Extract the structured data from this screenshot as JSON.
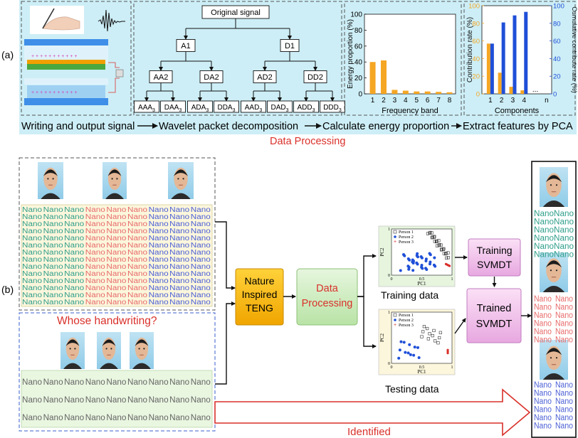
{
  "panel_labels": {
    "a": "(a)",
    "b": "(b)"
  },
  "panel_a": {
    "tree": {
      "root": "Original signal",
      "level1": [
        "A1",
        "D1"
      ],
      "level2": [
        "AA2",
        "DA2",
        "AD2",
        "DD2"
      ],
      "level3": [
        {
          "t": "AAA",
          "s": "3"
        },
        {
          "t": "DAA",
          "s": "3"
        },
        {
          "t": "ADA",
          "s": "3"
        },
        {
          "t": "DDA",
          "s": "3"
        },
        {
          "t": "AAD",
          "s": "3"
        },
        {
          "t": "DAD",
          "s": "3"
        },
        {
          "t": "ADD",
          "s": "3"
        },
        {
          "t": "DDD",
          "s": "3"
        }
      ]
    },
    "captions": {
      "writing": "Writing  and output signal",
      "wavelet": "Wavelet packet decomposition",
      "energy": "Calculate energy proportion",
      "pca": "Extract features by PCA",
      "processing": "Data Processing"
    }
  },
  "chart_data": [
    {
      "type": "bar",
      "categories": [
        "1",
        "2",
        "3",
        "4",
        "5",
        "6",
        "7",
        "8"
      ],
      "values": [
        40,
        42,
        5,
        4,
        3,
        3,
        2.5,
        2
      ],
      "xlabel": "Frequency band",
      "ylabel": "Energy proportion (%)",
      "ylim": [
        0,
        100
      ],
      "yticks": [
        0,
        20,
        40,
        60,
        80,
        100
      ],
      "colors": {
        "bar": "#f5a623"
      }
    },
    {
      "type": "bar",
      "categories": [
        "1",
        "2",
        "3",
        "4",
        "...",
        "n"
      ],
      "series": [
        {
          "values": [
            57,
            24,
            8,
            4
          ]
        },
        {
          "values": [
            57,
            81,
            89,
            93
          ]
        }
      ],
      "xlabel": "Components",
      "ylabel": "Contribution rate (%)",
      "y2label": "Cumulative contribute rate (%)",
      "ylim": [
        0,
        100
      ],
      "yticks": [
        0,
        20,
        40,
        60,
        80,
        100
      ],
      "y2ticks": [
        0,
        20,
        40,
        60,
        80,
        100
      ],
      "colors": {
        "series1": "#f5a623",
        "series2": "#1f4fd8"
      }
    }
  ],
  "panel_b": {
    "question": "Whose handwriting?",
    "nano": "Nano",
    "teng_label": "Nature Inspired TENG",
    "teng_lines": [
      "Nature",
      "Inspired",
      "TENG"
    ],
    "processing_lines": [
      "Data",
      "Processing"
    ],
    "training_data": "Training data",
    "testing_data": "Testing data",
    "training_svmdt": [
      "Training",
      "SVMDT"
    ],
    "trained_svmdt": [
      "Trained",
      "SVMDT"
    ],
    "identified": "Identified",
    "scatter": {
      "legend": [
        "Person 1",
        "Person 2",
        "Person 3"
      ],
      "xlabel": "PC1",
      "ylabel": "PC2",
      "xticks": [
        "0",
        "0.5",
        "1"
      ],
      "yticks": [
        "0",
        "1"
      ]
    },
    "colors": {
      "person1": "#2f9e8a",
      "person2": "#e86a6a",
      "person3": "#4b5fd6",
      "arrow_red": "#d9302a"
    }
  }
}
